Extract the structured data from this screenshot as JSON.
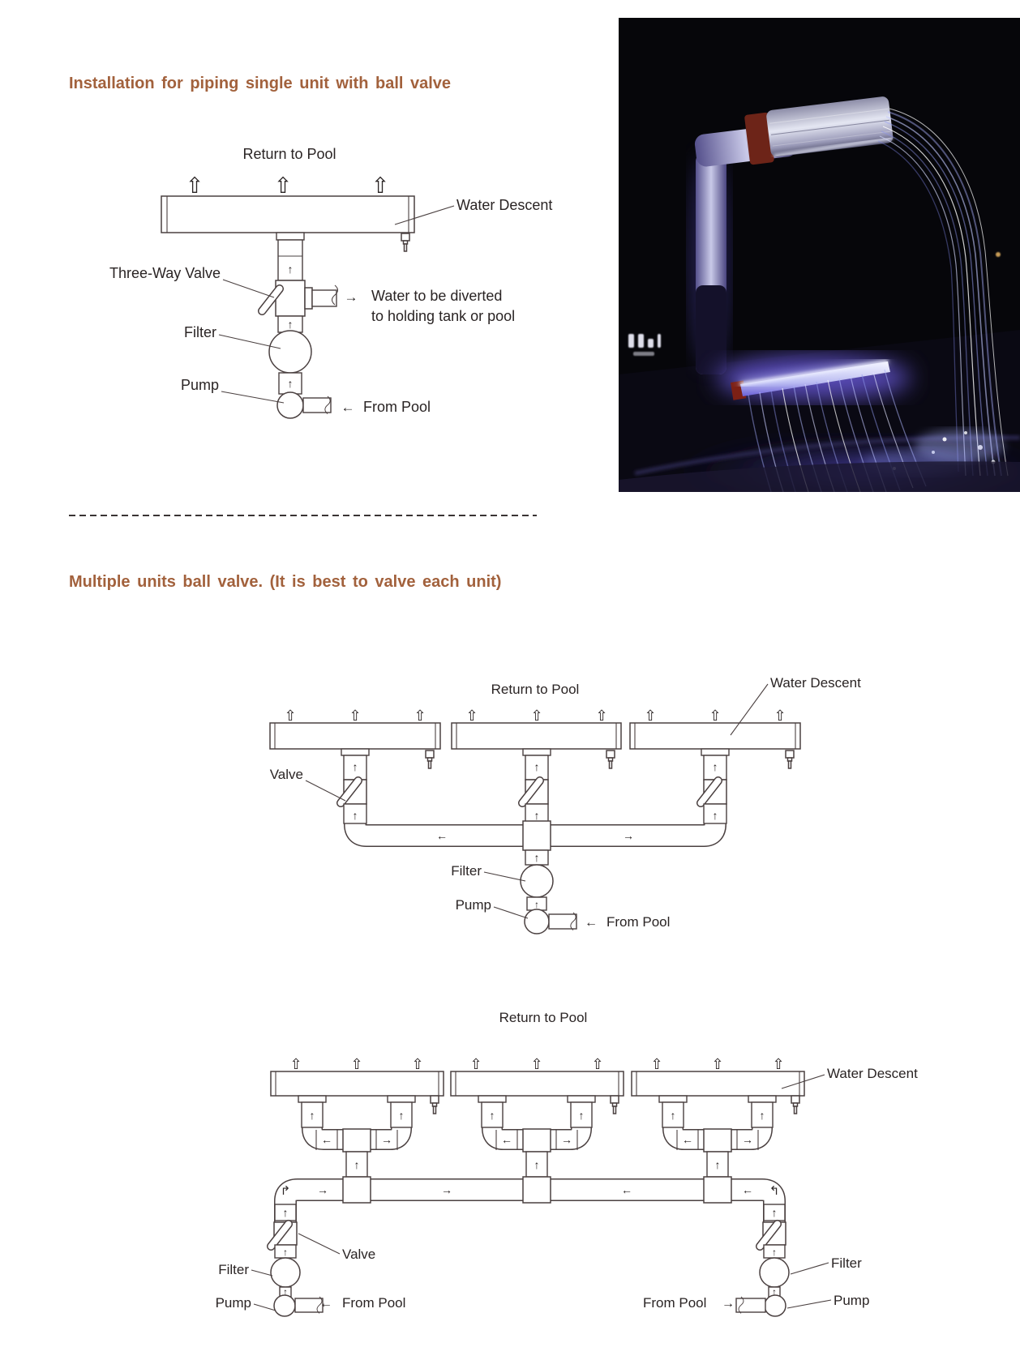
{
  "icons": {
    "hollow_up": "⇧",
    "up": "↑",
    "left": "←",
    "right": "→",
    "corner_up_right": "↱",
    "corner_up_left": "↰"
  },
  "colors": {
    "heading": "#a2613c",
    "diagram_line": "#4a4040",
    "text": "#2a2424",
    "photo_glow": "#6f5fe8"
  },
  "sections": {
    "single_unit": {
      "heading": "Installation for piping single unit with ball valve",
      "diagram": {
        "title": "Return to Pool",
        "labels": {
          "water_descent": "Water Descent",
          "three_way_valve": "Three-Way Valve",
          "filter": "Filter",
          "pump": "Pump",
          "diverted_line1": "Water to be diverted",
          "diverted_line2": "to holding tank or pool",
          "from_pool": "From Pool"
        }
      },
      "photo_alt": "Waterfall water descent unit illuminated with purple LED lighting at night, water arcing into a pool"
    },
    "multiple_units": {
      "heading": "Multiple units ball valve. (It is best to valve each unit)",
      "parallel_diagram": {
        "title": "Return to Pool",
        "labels": {
          "water_descent": "Water Descent",
          "valve": "Valve",
          "filter": "Filter",
          "pump": "Pump",
          "from_pool": "From Pool"
        }
      },
      "looped_diagram": {
        "title": "Return to Pool",
        "labels": {
          "water_descent": "Water Descent",
          "valve": "Valve",
          "filter": "Filter",
          "pump": "Pump",
          "from_pool": "From Pool"
        }
      }
    }
  }
}
